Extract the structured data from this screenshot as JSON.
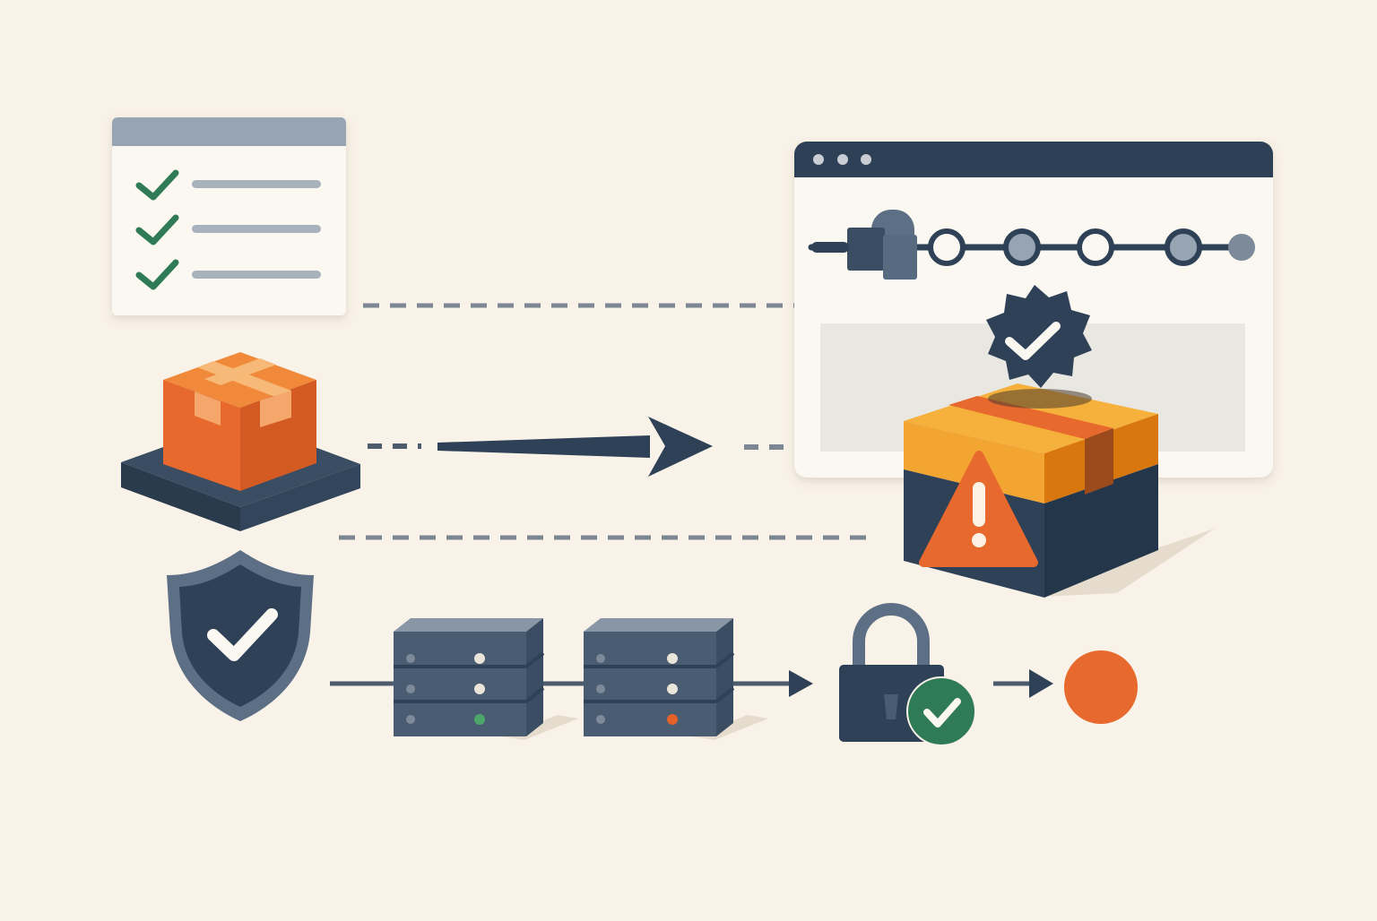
{
  "diagram": {
    "nodes": [
      {
        "id": "checklist",
        "icon": "checklist-window-icon",
        "items_checked": 3
      },
      {
        "id": "package-platform",
        "icon": "package-on-platform-icon"
      },
      {
        "id": "browser-window",
        "icon": "browser-window-icon",
        "window_dots": 3
      },
      {
        "id": "pipeline-stepper",
        "icon": "progress-stepper-icon",
        "steps": 6
      },
      {
        "id": "verified-badge",
        "icon": "verified-seal-icon"
      },
      {
        "id": "flagged-package",
        "icon": "warning-package-icon"
      },
      {
        "id": "security-shield",
        "icon": "shield-check-icon"
      },
      {
        "id": "server-a",
        "icon": "server-rack-icon",
        "status_lights": [
          "#e9e5da",
          "#e9e5da",
          "#4ea76a"
        ]
      },
      {
        "id": "server-b",
        "icon": "server-rack-icon",
        "status_lights": [
          "#e9e5da",
          "#e9e5da",
          "#e4612a"
        ]
      },
      {
        "id": "lock-verified",
        "icon": "padlock-check-icon"
      },
      {
        "id": "end-state",
        "icon": "orange-circle-icon"
      }
    ],
    "connectors": [
      {
        "from": "checklist",
        "to": "browser-window",
        "style": "dashed"
      },
      {
        "from": "package-platform",
        "to": "browser-window",
        "style": "arrow"
      },
      {
        "from": "package-platform",
        "to": "flagged-package",
        "style": "dashed"
      },
      {
        "from": "security-shield",
        "to": "server-a",
        "style": "solid"
      },
      {
        "from": "server-b",
        "to": "lock-verified",
        "style": "arrow"
      },
      {
        "from": "lock-verified",
        "to": "end-state",
        "style": "arrow"
      }
    ]
  },
  "colors": {
    "background": "#f9f2e8",
    "navy": "#2e4157",
    "slate": "#5d6f84",
    "gray_bar": "#97a5b3",
    "dash": "#7d8794",
    "check_green": "#2f7a57",
    "orange": "#e8692d",
    "amber": "#f5a938",
    "alert_red": "#e4612a",
    "panel_white": "#fbf8f2",
    "panel_gray": "#e9e7e1"
  }
}
